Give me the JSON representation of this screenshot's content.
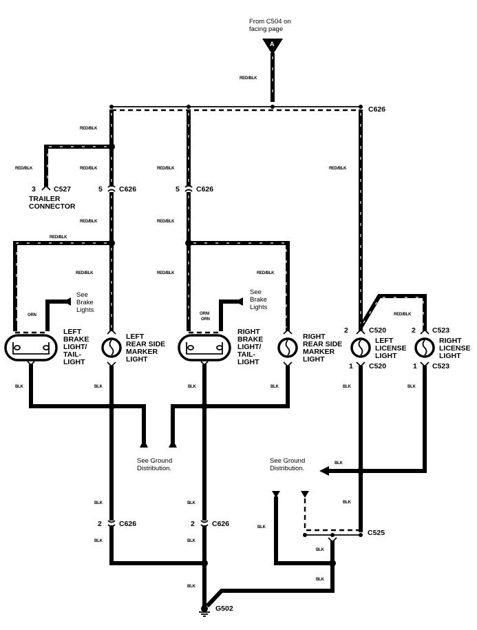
{
  "source_note": {
    "line1": "From C504 on",
    "line2": "facing page",
    "arrow_label": "A"
  },
  "wire_colors": {
    "red_blk": "RED/BLK",
    "blk": "BLK",
    "orn": "ORN",
    "orn_orn": [
      "ORN/",
      "ORN"
    ]
  },
  "connectors": {
    "c626_top": "C626",
    "c527": {
      "pin": "3",
      "name": "C527"
    },
    "c626_left_upper": {
      "pin": "5",
      "name": "C626"
    },
    "c626_right_upper": {
      "pin": "5",
      "name": "C626"
    },
    "c520_top": {
      "pin": "2",
      "name": "C520"
    },
    "c520_bottom": {
      "pin": "1",
      "name": "C520"
    },
    "c523_top": {
      "pin": "2",
      "name": "C523"
    },
    "c523_bottom": {
      "pin": "1",
      "name": "C523"
    },
    "c626_left_lower": {
      "pin": "2",
      "name": "C626"
    },
    "c626_right_lower": {
      "pin": "2",
      "name": "C626"
    },
    "c525": "C525",
    "g502": "G502"
  },
  "components": {
    "trailer": [
      "TRAILER",
      "CONNECTOR"
    ],
    "left_brake": [
      "LEFT",
      "BRAKE",
      "LIGHT/",
      "TAIL-",
      "LIGHT"
    ],
    "left_marker": [
      "LEFT",
      "REAR SIDE",
      "MARKER",
      "LIGHT"
    ],
    "right_brake": [
      "RIGHT",
      "BRAKE",
      "LIGHT/",
      "TAIL-",
      "LIGHT"
    ],
    "right_marker": [
      "RIGHT",
      "REAR SIDE",
      "MARKER",
      "LIGHT"
    ],
    "left_license": [
      "LEFT",
      "LICENSE",
      "LIGHT"
    ],
    "right_license": [
      "RIGHT",
      "LICENSE",
      "LIGHT"
    ]
  },
  "notes": {
    "see_brake_left": [
      "See",
      "Brake",
      "Lights"
    ],
    "see_brake_right": [
      "See",
      "Brake",
      "Lights"
    ],
    "ground_dist_center": [
      "See Ground",
      "Distribution."
    ],
    "ground_dist_right": [
      "See Ground",
      "Distribution."
    ]
  }
}
